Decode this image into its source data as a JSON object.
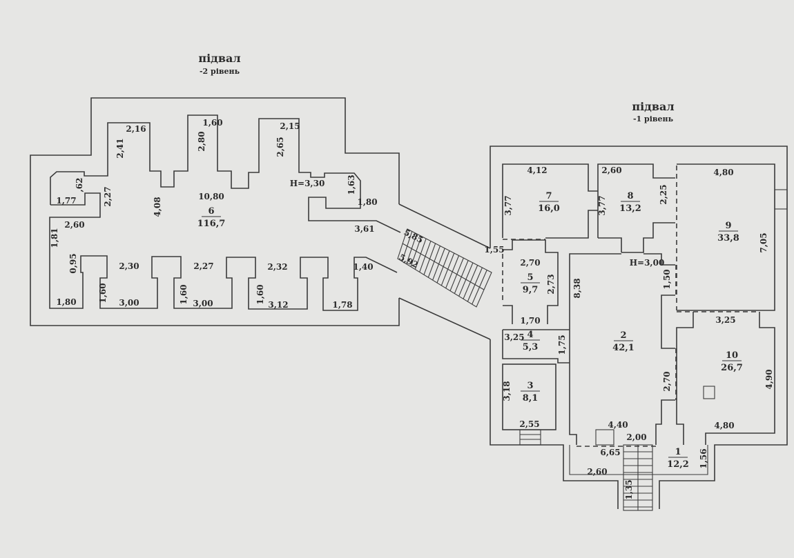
{
  "levels": [
    {
      "title": "підвал",
      "subtitle": "-2 рівень"
    },
    {
      "title": "підвал",
      "subtitle": "-1 рівень"
    }
  ],
  "rooms": [
    {
      "number": "6",
      "area": "116,7"
    },
    {
      "number": "7",
      "area": "16,0"
    },
    {
      "number": "8",
      "area": "13,2"
    },
    {
      "number": "9",
      "area": "33,8"
    },
    {
      "number": "5",
      "area": "9,7"
    },
    {
      "number": "4",
      "area": "5,3"
    },
    {
      "number": "3",
      "area": "8,1"
    },
    {
      "number": "2",
      "area": "42,1"
    },
    {
      "number": "10",
      "area": "26,7"
    },
    {
      "number": "1",
      "area": "12,2"
    }
  ],
  "dims": [
    "2,16",
    "1,60",
    "2,15",
    "2,41",
    "2,80",
    "2,65",
    "2,27",
    ",62",
    "1,77",
    "10,80",
    "H=3,30",
    "1,63",
    "1,80",
    "4,08",
    "2,60",
    "3,61",
    "1,81",
    "0,95",
    "2,30",
    "2,27",
    "2,32",
    "1,40",
    "1,80",
    "1,60",
    "3,00",
    "1,60",
    "3,00",
    "1,60",
    "3,12",
    "1,78",
    "5,85",
    "5,92",
    "1,55",
    "4,12",
    "3,77",
    "3,77",
    "2,60",
    "2,25",
    "4,80",
    "7,05",
    "2,70",
    "2,73",
    "8,38",
    "H=3,00",
    "1,50",
    "1,70",
    "3,25",
    "3,25",
    "1,75",
    "2,70",
    "4,90",
    "3,18",
    "2,55",
    "4,40",
    "4,80",
    "2,00",
    "6,65",
    "2,60",
    "1,56",
    "1,35"
  ]
}
